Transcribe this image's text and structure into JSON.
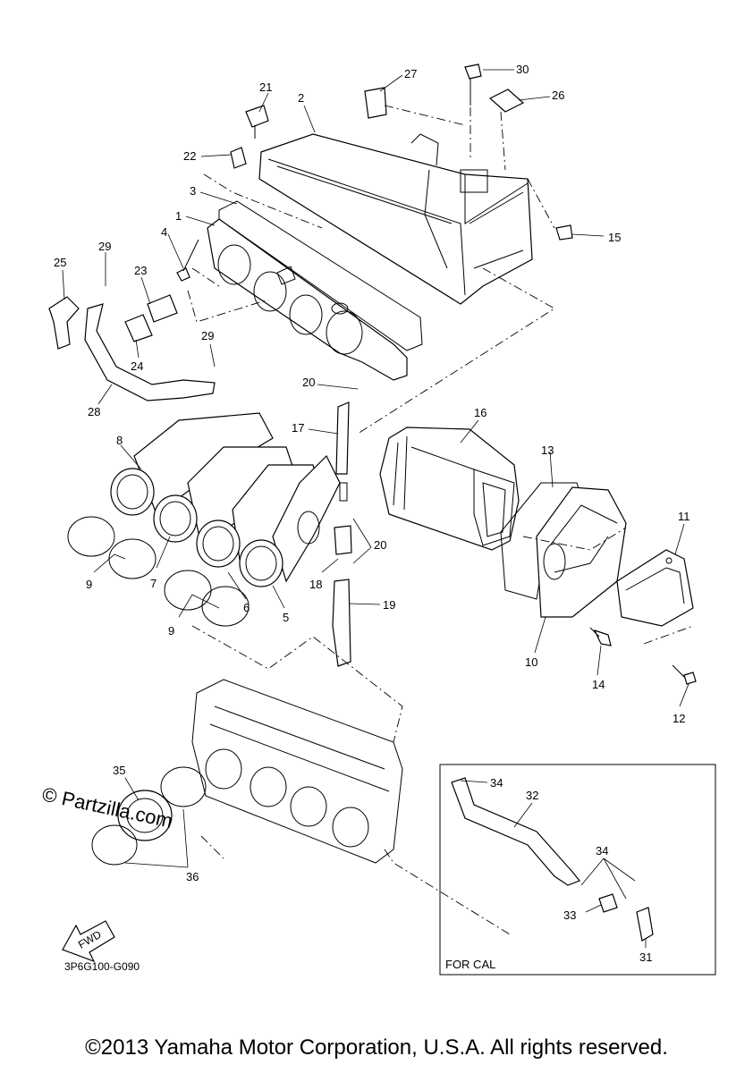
{
  "diagram": {
    "callouts": [
      "1",
      "2",
      "3",
      "4",
      "5",
      "6",
      "7",
      "8",
      "9",
      "9",
      "10",
      "11",
      "12",
      "13",
      "14",
      "15",
      "16",
      "17",
      "18",
      "19",
      "20",
      "20",
      "21",
      "22",
      "23",
      "24",
      "25",
      "26",
      "27",
      "28",
      "29",
      "29",
      "30",
      "31",
      "32",
      "33",
      "34",
      "34",
      "35",
      "36"
    ],
    "inset_label": "FOR CAL",
    "drawing_code": "3P6G100-G090",
    "watermark": "© Partzilla.com",
    "fwd_label": "FWD"
  },
  "footer": {
    "copyright": "©2013 Yamaha Motor Corporation, U.S.A. All rights reserved."
  }
}
